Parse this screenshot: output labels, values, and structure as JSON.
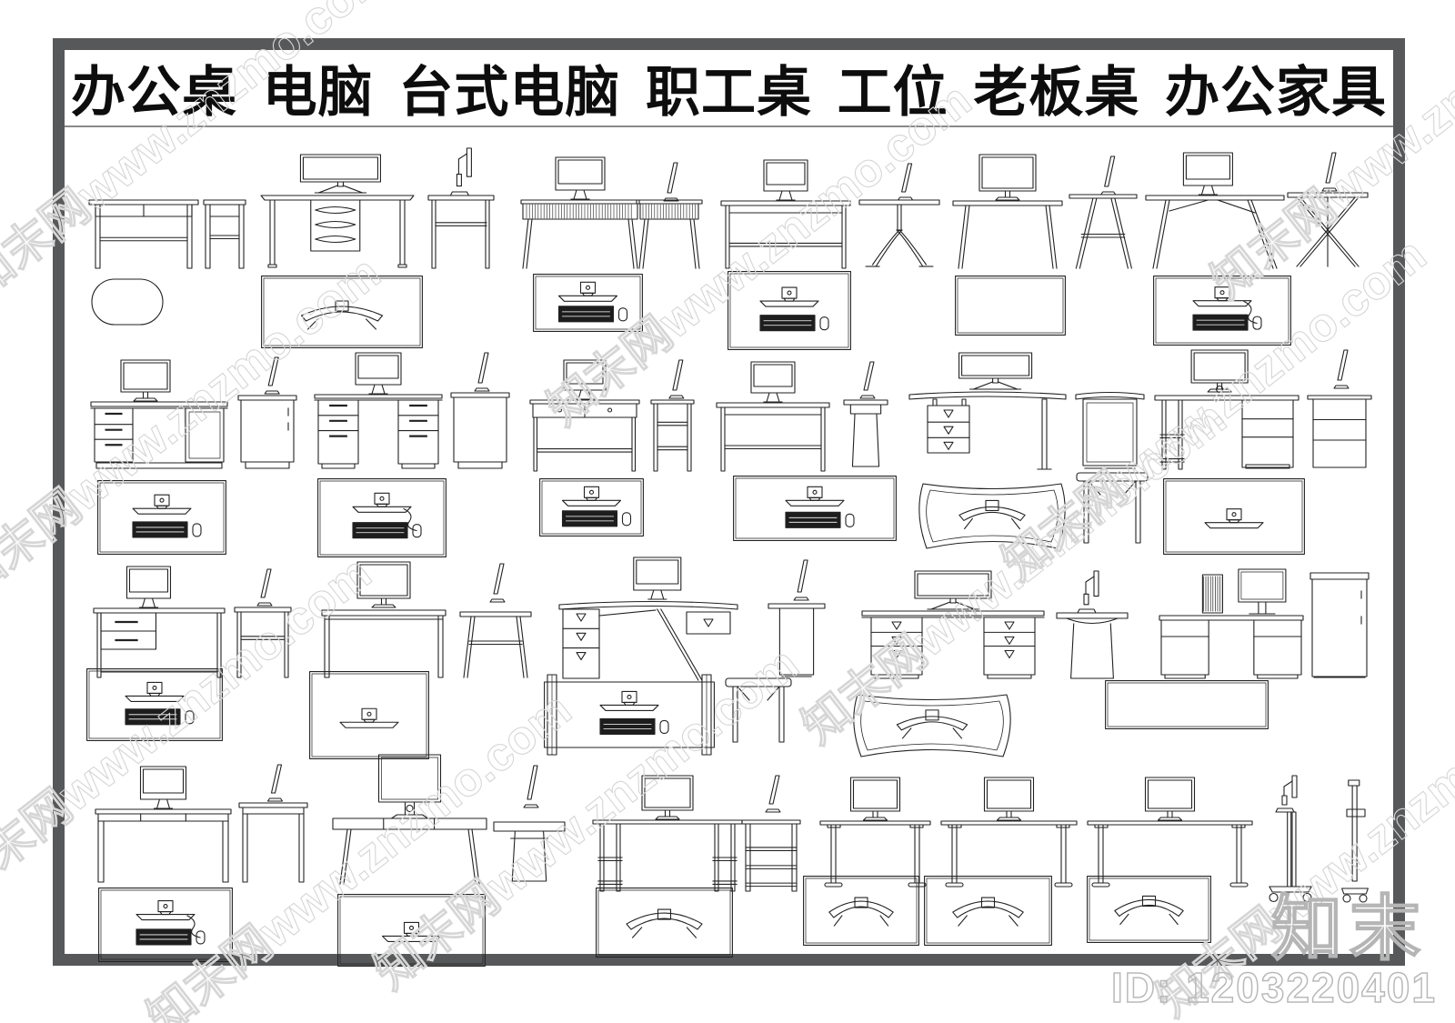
{
  "title": "办公桌 电脑 台式电脑 职工桌 工位 老板桌 办公家具",
  "watermark": {
    "text": "知末网www.znzmo.com",
    "site": "www.znzmo.com",
    "brand": "知末网"
  },
  "logo": {
    "text": "知末"
  },
  "sheet_id": "ID: 1203220401",
  "colors": {
    "frame": "#57585a",
    "line": "#222222",
    "watermark": "#d6d6d6",
    "logo_gray": "#b5b5b5",
    "title": "#0d0d0d"
  },
  "rows": [
    {
      "name": "row-1-elevations",
      "view": "elevation",
      "items": [
        {
          "name": "writing-desk-front"
        },
        {
          "name": "writing-desk-side"
        },
        {
          "name": "drawer-desk-ultrawide-monitor-front"
        },
        {
          "name": "desk-monitor-arm-side"
        },
        {
          "name": "fluted-desk-imac-front"
        },
        {
          "name": "fluted-desk-monitor-side"
        },
        {
          "name": "stretcher-desk-imac-front"
        },
        {
          "name": "y-leg-desk-monitor-side"
        },
        {
          "name": "splay-leg-desk-monitor-front"
        },
        {
          "name": "a-frame-desk-imac-side"
        },
        {
          "name": "brace-leg-desk-imac-front"
        },
        {
          "name": "x-leg-desk-imac-side"
        }
      ]
    },
    {
      "name": "row-2-plans",
      "view": "plan",
      "items": [
        {
          "name": "oval-desk-plan"
        },
        {
          "name": "desk-plan-curved-monitor"
        },
        {
          "name": "desk-plan-monitor-keyboard"
        },
        {
          "name": "desk-plan-monitor-keyboard-2"
        },
        {
          "name": "desk-plan-empty"
        },
        {
          "name": "desk-plan-monitor-keyboard-cable"
        }
      ]
    },
    {
      "name": "row-3-elevations",
      "view": "elevation",
      "items": [
        {
          "name": "pedestal-desk-monitor-front"
        },
        {
          "name": "pedestal-desk-monitor-side"
        },
        {
          "name": "double-pedestal-desk-imac-front"
        },
        {
          "name": "pedestal-desk-imac-side"
        },
        {
          "name": "two-drawer-desk-imac-front"
        },
        {
          "name": "two-drawer-desk-monitor-side"
        },
        {
          "name": "stretcher-desk-imac-front-2"
        },
        {
          "name": "lectern-desk-monitor-side"
        },
        {
          "name": "curved-top-pedestal-desk-ultrawide-front"
        },
        {
          "name": "curved-top-desk-side"
        },
        {
          "name": "shelf-pedestal-desk-monitor-front"
        },
        {
          "name": "shelf-pedestal-desk-monitor-side"
        }
      ]
    },
    {
      "name": "row-4-plans",
      "view": "plan",
      "items": [
        {
          "name": "desk-plan-monitor-keyboard-3"
        },
        {
          "name": "desk-plan-monitor-keyboard-cable-2"
        },
        {
          "name": "desk-plan-monitor-keyboard-4"
        },
        {
          "name": "desk-plan-monitor-keyboard-5"
        },
        {
          "name": "curved-desk-plan"
        },
        {
          "name": "small-table-side"
        },
        {
          "name": "desk-plan-monitor"
        }
      ]
    },
    {
      "name": "row-5-elevations",
      "view": "elevation",
      "items": [
        {
          "name": "two-drawer-desk-imac-front-2"
        },
        {
          "name": "desk-monitor-side"
        },
        {
          "name": "plain-desk-monitor-front"
        },
        {
          "name": "splay-leg-desk-monitor-side"
        },
        {
          "name": "designer-pedestal-desk-imac-front"
        },
        {
          "name": "panel-desk-monitor-side"
        },
        {
          "name": "boss-desk-ultrawide-front"
        },
        {
          "name": "lectern-monitor-arm-side"
        },
        {
          "name": "executive-desk-mac-pro-front"
        },
        {
          "name": "side-cabinet"
        }
      ]
    },
    {
      "name": "row-6-plans",
      "view": "plan",
      "items": [
        {
          "name": "desk-plan-monitor-keyboard-6"
        },
        {
          "name": "desk-plan-monitor-2"
        },
        {
          "name": "desk-frame-plan-monitor-keyboard"
        },
        {
          "name": "small-table-side-2"
        },
        {
          "name": "curved-desk-plan-2"
        },
        {
          "name": "desk-plan-long"
        }
      ]
    },
    {
      "name": "row-7-elevations",
      "view": "elevation",
      "items": [
        {
          "name": "frame-desk-imac-front"
        },
        {
          "name": "frame-desk-monitor-side"
        },
        {
          "name": "thick-top-desk-monitor-front"
        },
        {
          "name": "thick-top-pedestal-desk-side"
        },
        {
          "name": "shelf-leg-desk-monitor-front"
        },
        {
          "name": "shelf-leg-desk-monitor-side"
        },
        {
          "name": "standing-desk-monitor-front"
        },
        {
          "name": "standing-desk-monitor-front-2"
        },
        {
          "name": "standing-desk-monitor-front-3"
        },
        {
          "name": "mobile-monitor-stand-side"
        },
        {
          "name": "mobile-monitor-stand-side-2"
        }
      ]
    },
    {
      "name": "row-8-plans",
      "view": "plan",
      "items": [
        {
          "name": "desk-plan-monitor-keyboard-cable-3"
        },
        {
          "name": "desk-plan-monitor-3"
        },
        {
          "name": "desk-plan-curved-monitor-2"
        },
        {
          "name": "desk-plan-curved-monitor-3"
        },
        {
          "name": "desk-plan-curved-monitor-4"
        },
        {
          "name": "desk-plan-curved-monitor-5"
        }
      ]
    }
  ]
}
